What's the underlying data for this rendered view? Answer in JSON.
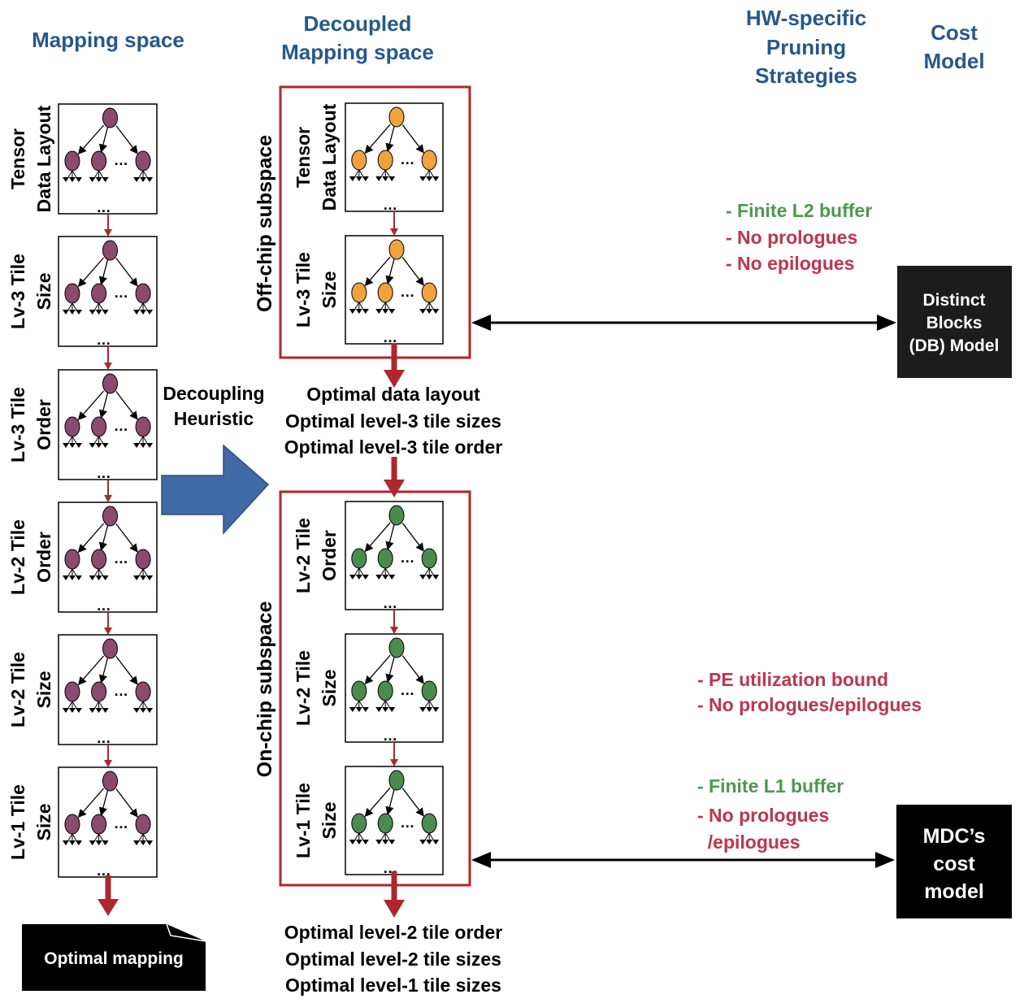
{
  "headers": {
    "mapping_space": "Mapping space",
    "decoupled_line1": "Decoupled",
    "decoupled_line2": "Mapping space",
    "hw_line1": "HW-specific",
    "hw_line2": "Pruning",
    "hw_line3": "Strategies",
    "cost_line1": "Cost",
    "cost_line2": "Model"
  },
  "left_column": [
    {
      "line1": "Tensor",
      "line2": "Data Layout"
    },
    {
      "line1": "Lv-3 Tile",
      "line2": "Size"
    },
    {
      "line1": "Lv-3 Tile",
      "line2": "Order"
    },
    {
      "line1": "Lv-2 Tile",
      "line2": "Order"
    },
    {
      "line1": "Lv-2 Tile",
      "line2": "Size"
    },
    {
      "line1": "Lv-1 Tile",
      "line2": "Size"
    }
  ],
  "optimal_mapping": "Optimal mapping",
  "decoupling_heuristic": {
    "line1": "Decoupling",
    "line2": "Heuristic"
  },
  "offchip": {
    "label": "Off-chip subspace",
    "trees": [
      {
        "line1": "Tensor",
        "line2": "Data Layout"
      },
      {
        "line1": "Lv-3 Tile",
        "line2": "Size"
      }
    ]
  },
  "offchip_results": [
    "Optimal data layout",
    "Optimal level-3 tile sizes",
    "Optimal level-3 tile order"
  ],
  "onchip": {
    "label": "On-chip  subspace",
    "trees": [
      {
        "line1": "Lv-2 Tile",
        "line2": "Order"
      },
      {
        "line1": "Lv-2 Tile",
        "line2": "Size"
      },
      {
        "line1": "Lv-1 Tile",
        "line2": "Size"
      }
    ]
  },
  "onchip_results": [
    "Optimal level-2 tile order",
    "Optimal level-2 tile sizes",
    "Optimal level-1 tile sizes"
  ],
  "pruning": {
    "offchip": [
      {
        "text": "- Finite L2 buffer",
        "color": "green"
      },
      {
        "text": "- No prologues",
        "color": "red"
      },
      {
        "text": "- No epilogues",
        "color": "red"
      }
    ],
    "onchip_mid": [
      {
        "text": "- PE utilization bound",
        "color": "red"
      },
      {
        "text": "- No prologues/epilogues",
        "color": "red"
      }
    ],
    "onchip_low": [
      {
        "text": "- Finite L1 buffer",
        "color": "green"
      },
      {
        "text": "- No prologues",
        "color": "red"
      },
      {
        "text": "  /epilogues",
        "color": "red"
      }
    ]
  },
  "cost_models": {
    "db": [
      "Distinct",
      "Blocks",
      "(DB) Model"
    ],
    "mdc": [
      "MDC’s",
      "cost",
      "model"
    ]
  },
  "ellipsis": "…",
  "colors": {
    "header_blue": "#24588f",
    "dark_red": "#b0262d",
    "purple_node": "#8b4a6e",
    "orange_node": "#f0a23c",
    "green_node": "#4a8c4d",
    "prune_red": "#c3344c",
    "prune_green": "#4a9a4e",
    "big_arrow_blue": "#3f6aa6"
  }
}
